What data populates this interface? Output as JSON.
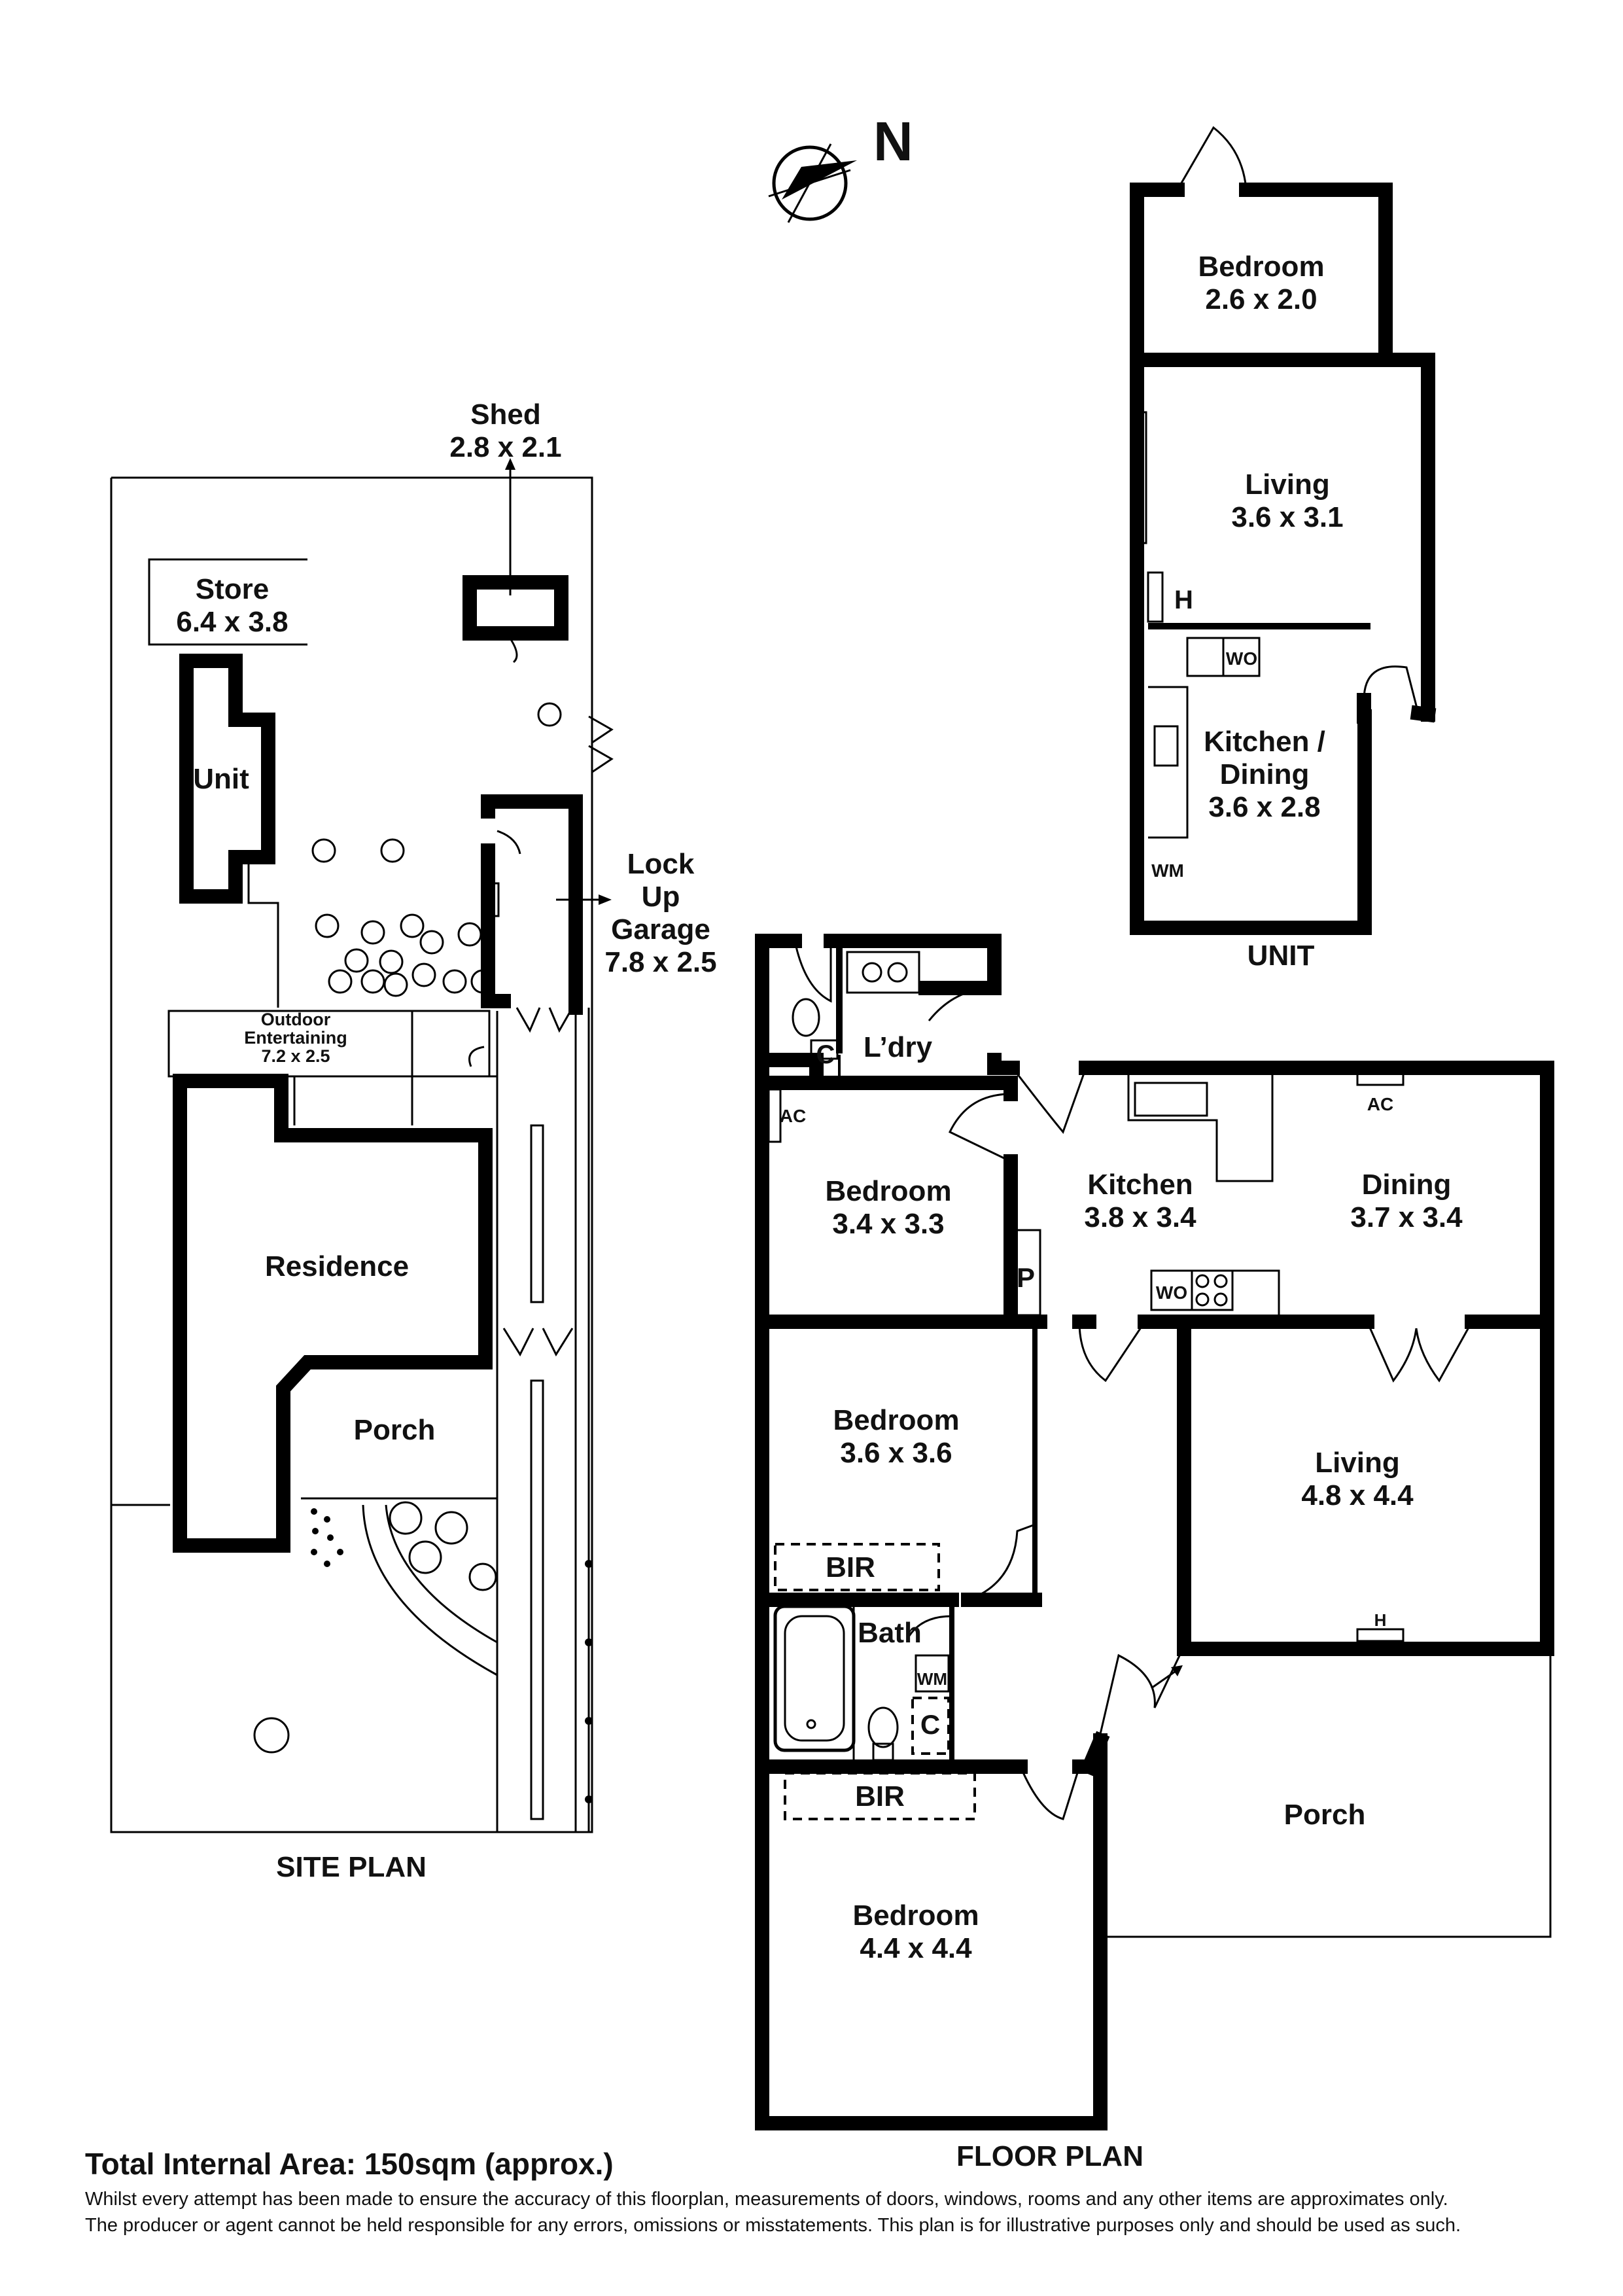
{
  "compass": {
    "label": "N"
  },
  "plans": {
    "site": "SITE PLAN",
    "floor": "FLOOR PLAN",
    "unit": "UNIT"
  },
  "site_rooms": {
    "shed": {
      "name": "Shed",
      "size": "2.8 x 2.1"
    },
    "store": {
      "name": "Store",
      "size": "6.4 x 3.8"
    },
    "unit": {
      "name": "Unit"
    },
    "garage": {
      "line1": "Lock",
      "line2": "Up",
      "line3": "Garage",
      "size": "7.8 x 2.5"
    },
    "outdoor": {
      "line1": "Outdoor",
      "line2": "Entertaining",
      "size": "7.2 x 2.5"
    },
    "residence": {
      "name": "Residence"
    },
    "porch": {
      "name": "Porch"
    }
  },
  "unit_rooms": {
    "bedroom": {
      "name": "Bedroom",
      "size": "2.6 x 2.0"
    },
    "living": {
      "name": "Living",
      "size": "3.6 x 3.1"
    },
    "kitchen": {
      "line1": "Kitchen /",
      "line2": "Dining",
      "size": "3.6 x 2.8"
    },
    "h": "H",
    "wo": "WO",
    "wm": "WM"
  },
  "floor_rooms": {
    "ldry": "L’dry",
    "c_top": "C",
    "ac_left": "AC",
    "ac_dining": "AC",
    "bed1": {
      "name": "Bedroom",
      "size": "3.4 x 3.3"
    },
    "kitchen": {
      "name": "Kitchen",
      "size": "3.8 x 3.4"
    },
    "dining": {
      "name": "Dining",
      "size": "3.7 x 3.4"
    },
    "p": "P",
    "wo": "WO",
    "bed2": {
      "name": "Bedroom",
      "size": "3.6 x 3.6"
    },
    "living": {
      "name": "Living",
      "size": "4.8 x 4.4"
    },
    "h": "H",
    "bir1": "BIR",
    "bath": "Bath",
    "wm": "WM",
    "c_bath": "C",
    "bir2": "BIR",
    "porch": "Porch",
    "bed3": {
      "name": "Bedroom",
      "size": "4.4 x 4.4"
    }
  },
  "footer": {
    "total_area": "Total Internal Area: 150sqm (approx.)",
    "disclaimer_1": "Whilst every attempt has been made to ensure the accuracy of this floorplan, measurements of doors, windows, rooms and any other items are approximates only.",
    "disclaimer_2": "The producer or agent cannot be held responsible for any errors, omissions or misstatements. This plan is for illustrative purposes only and should be used as such."
  }
}
